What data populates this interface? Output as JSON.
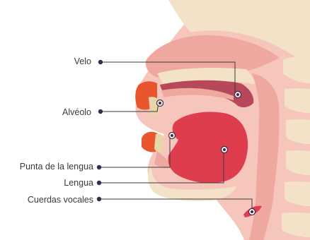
{
  "labels": {
    "velo": "Velo",
    "alveolo": "Alvéolo",
    "punta": "Punta de la lengua",
    "lengua": "Lengua",
    "cuerdas": "Cuerdas vocales"
  },
  "colors": {
    "skin_light": "#f6c6bd",
    "skin_mid": "#efa8a0",
    "skin_dark": "#e88f88",
    "bone": "#f3e2c7",
    "tongue": "#de3d4e",
    "palate": "#b7485a",
    "lip": "#e8552e",
    "tooth": "#e8d6a8",
    "marker": "#3d2b4a",
    "line": "#3a3a3a"
  }
}
